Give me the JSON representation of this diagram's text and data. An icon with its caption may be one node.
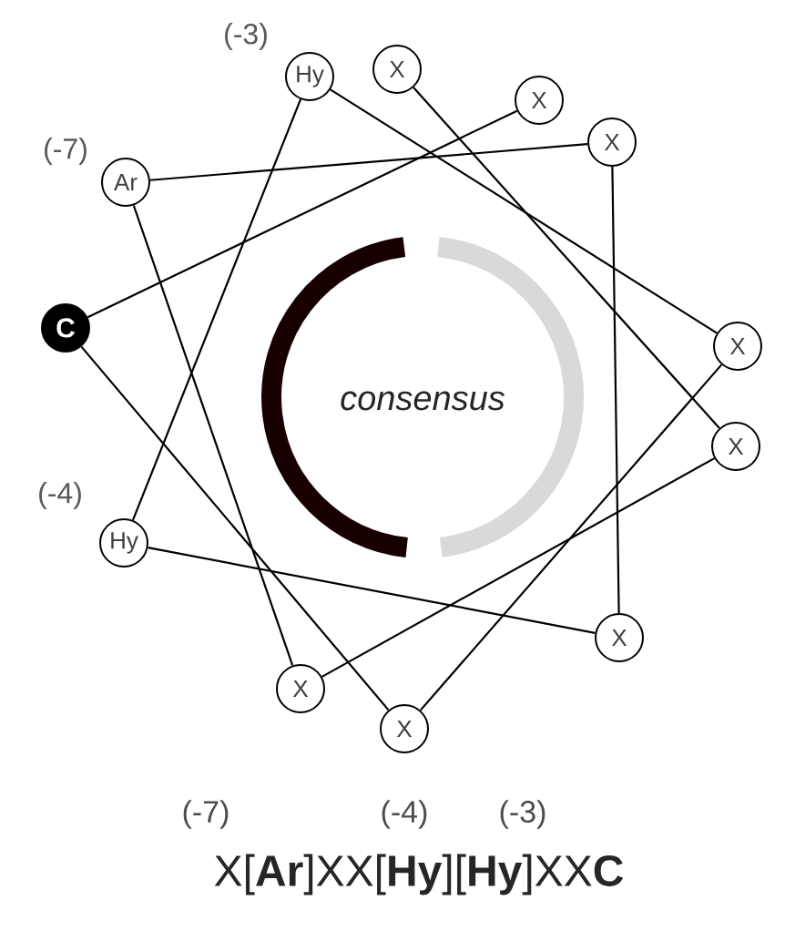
{
  "diagram": {
    "nodes": [
      {
        "text": [
          "Hy"
        ],
        "beside": [
          "(-3)"
        ]
      },
      {
        "text": [
          "X"
        ]
      },
      {
        "text": [
          "X"
        ]
      },
      {
        "text": [
          "X"
        ]
      },
      {
        "text": [
          "Ar"
        ],
        "beside": [
          "(-7)"
        ]
      },
      {
        "text": [
          "C"
        ]
      },
      {
        "text": [
          "X"
        ]
      },
      {
        "text": [
          "X"
        ]
      },
      {
        "text": [
          "Hy"
        ],
        "beside": [
          "(-4)"
        ]
      },
      {
        "text": [
          "X"
        ]
      },
      {
        "text": [
          "X"
        ]
      },
      {
        "text": [
          "X"
        ]
      }
    ],
    "edges": [
      {
        "from": 1,
        "to": 7,
        "arrow": "none"
      },
      {
        "from": 7,
        "to": 10,
        "arrow": "none"
      },
      {
        "from": 10,
        "to": 4,
        "arrow": "none"
      },
      {
        "from": 4,
        "to": 3,
        "arrow": "none"
      },
      {
        "from": 3,
        "to": 9,
        "arrow": "none"
      },
      {
        "from": 9,
        "to": 8,
        "arrow": "none"
      },
      {
        "from": 8,
        "to": 0,
        "arrow": "none"
      },
      {
        "from": 0,
        "to": 6,
        "arrow": "none"
      },
      {
        "from": 6,
        "to": 11,
        "arrow": "none"
      },
      {
        "from": 11,
        "to": 5,
        "arrow": "none"
      },
      {
        "from": 5,
        "to": 2,
        "arrow": "none"
      }
    ],
    "labels": [
      "consensus",
      "(-7)",
      "(-4)",
      "(-3)",
      "X[**Ar**]XX[**Hy**][**Hy**]XX**C**"
    ]
  }
}
